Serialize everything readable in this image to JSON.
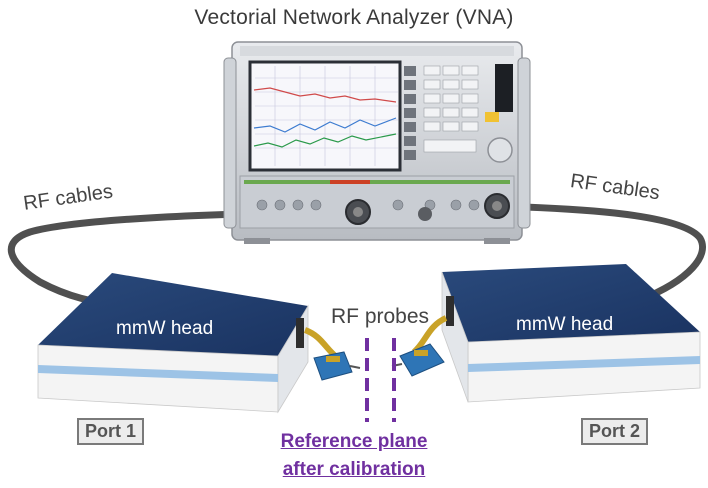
{
  "title": "Vectorial Network Analyzer (VNA)",
  "cables": {
    "left_label": "RF cables",
    "right_label": "RF cables"
  },
  "heads": {
    "left_label": "mmW head",
    "right_label": "mmW head"
  },
  "probes_label": "RF probes",
  "ports": {
    "port1": "Port 1",
    "port2": "Port 2"
  },
  "reference": {
    "line1": "Reference plane",
    "line2": "after calibration"
  },
  "colors": {
    "head_top": "#1f3864",
    "head_side": "#f4f4f4",
    "head_stripe": "#9dc3e6",
    "reference_plane": "#7030a0",
    "cable": "#505050",
    "probe_gold": "#c9a227",
    "probe_blue": "#2e75b6"
  }
}
